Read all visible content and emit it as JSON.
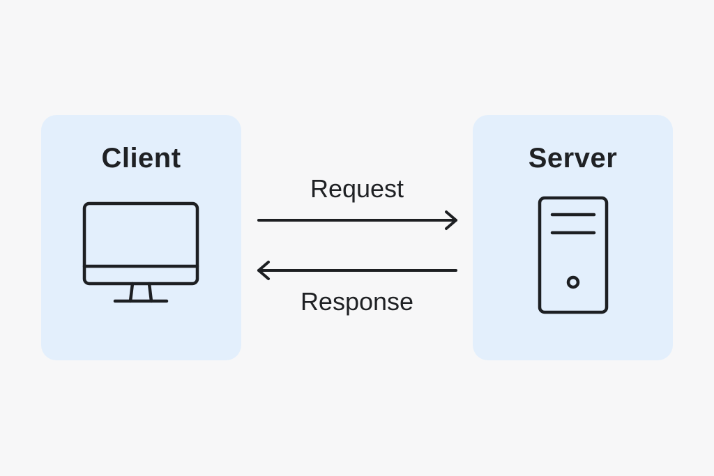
{
  "diagram": {
    "client": {
      "title": "Client",
      "icon": "monitor-icon"
    },
    "server": {
      "title": "Server",
      "icon": "server-tower-icon"
    },
    "request": {
      "label": "Request",
      "direction": "client-to-server"
    },
    "response": {
      "label": "Response",
      "direction": "server-to-client"
    }
  },
  "colors": {
    "background": "#f7f7f8",
    "node_fill": "#e3effc",
    "stroke": "#1d1f22",
    "text": "#1f2124"
  }
}
